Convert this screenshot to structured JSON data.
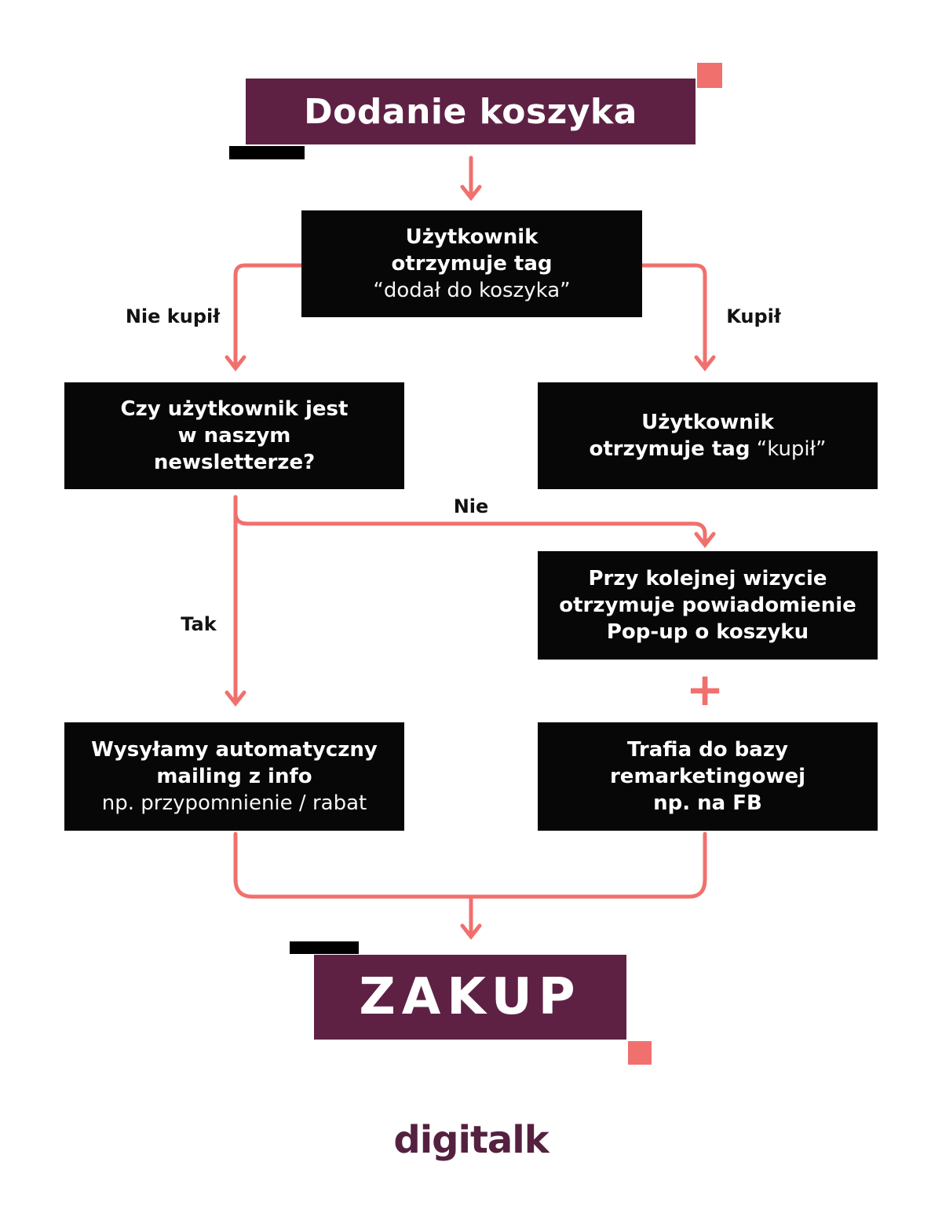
{
  "header": {
    "title": "Dodanie koszyka"
  },
  "nodes": {
    "tag_added": {
      "line1": "Użytkownik",
      "line2": "otrzymuje tag",
      "line3": "“dodał do koszyka”"
    },
    "newsletter": {
      "line1": "Czy użytkownik jest",
      "line2": "w naszym",
      "line3": "newsletterze?"
    },
    "tag_bought": {
      "line1": "Użytkownik",
      "line2_bold": "otrzymuje tag",
      "line2_light": "“kupił”"
    },
    "popup": {
      "line1": "Przy kolejnej wizycie",
      "line2": "otrzymuje powiadomienie",
      "line3": "Pop-up o koszyku"
    },
    "mailing": {
      "line1": "Wysyłamy automatyczny",
      "line2": "mailing z info",
      "line3": "np. przypomnienie / rabat"
    },
    "remarketing": {
      "line1": "Trafia do bazy",
      "line2": "remarketingowej",
      "line3": "np. na FB"
    }
  },
  "edge_labels": {
    "nie_kupil": "Nie kupił",
    "kupil": "Kupił",
    "nie": "Nie",
    "tak": "Tak",
    "plus": "+"
  },
  "end_node": {
    "title": "ZAKUP"
  },
  "footer": {
    "brand": "digitalk"
  },
  "colors": {
    "maroon": "#5e2144",
    "salmon": "#f0706e",
    "node_black": "#070707",
    "brand_maroon": "#552140",
    "background": "#ffffff"
  }
}
